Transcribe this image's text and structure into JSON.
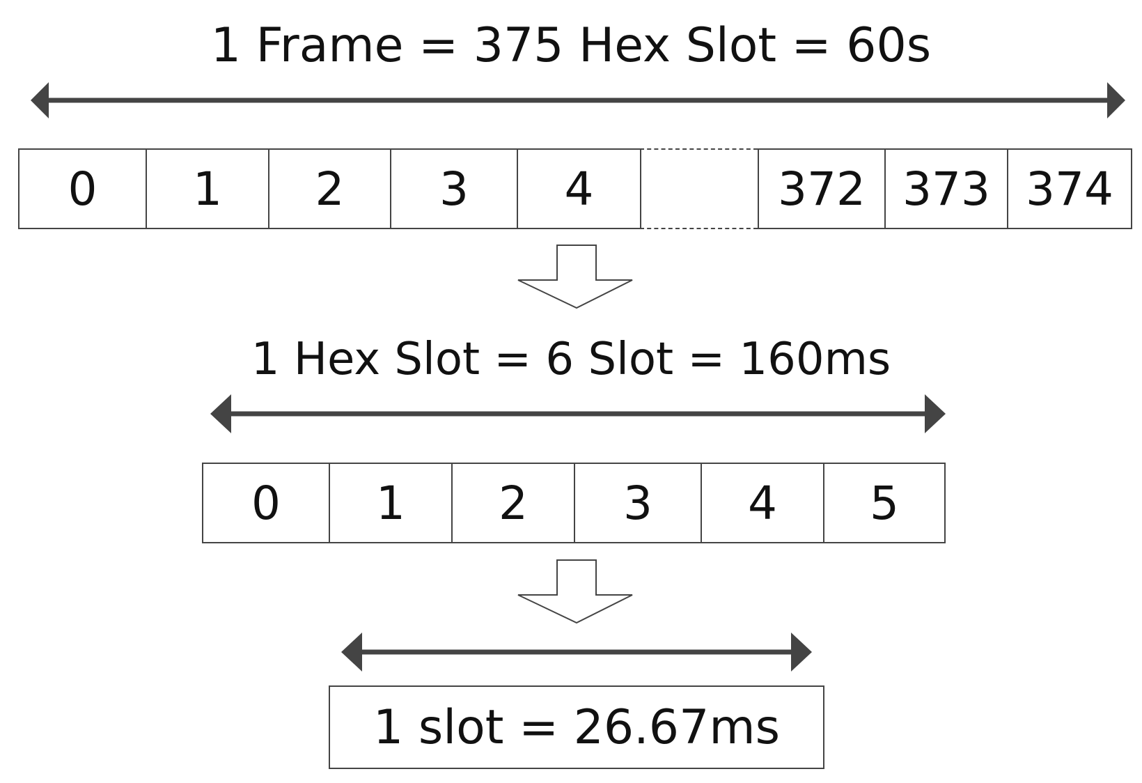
{
  "colors": {
    "stroke": "#444444",
    "text": "#111111"
  },
  "frame": {
    "title": "1 Frame = 375 Hex Slot = 60s",
    "cells_left": [
      "0",
      "1",
      "2",
      "3",
      "4"
    ],
    "cells_right": [
      "372",
      "373",
      "374"
    ]
  },
  "hex_slot": {
    "title": "1 Hex Slot = 6 Slot = 160ms",
    "cells": [
      "0",
      "1",
      "2",
      "3",
      "4",
      "5"
    ]
  },
  "slot": {
    "label": "1 slot = 26.67ms"
  },
  "icons": {
    "span_arrow": "double-headed-arrow-icon",
    "expand_arrow": "hollow-down-arrow-icon"
  }
}
